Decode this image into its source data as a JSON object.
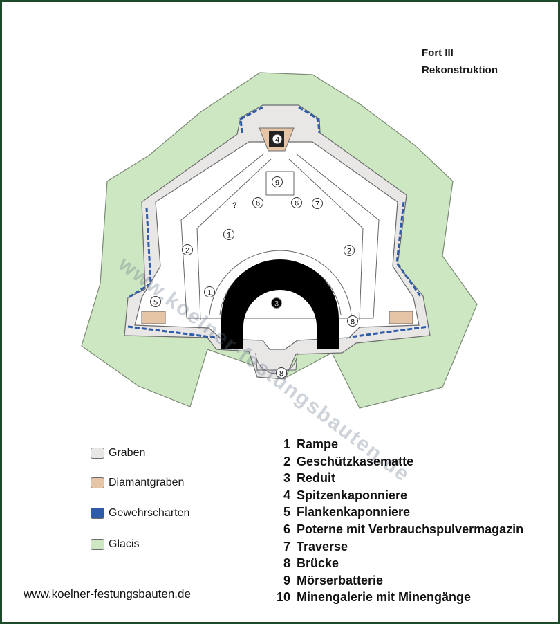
{
  "title": {
    "line1": "Fort III",
    "line2": "Rekonstruktion"
  },
  "colors": {
    "graben": "#e9e6e6",
    "diamantgraben": "#e6c4a6",
    "gewehrscharten": "#2e5ca8",
    "glacis": "#cde7c2",
    "reduit": "#000000",
    "frame": "#1f4a2a"
  },
  "legend": [
    {
      "label": "Graben",
      "color": "#e9e6e6"
    },
    {
      "label": "Diamantgraben",
      "color": "#e6c4a6"
    },
    {
      "label": "Gewehrscharten",
      "color": "#2e5ca8"
    },
    {
      "label": "Glacis",
      "color": "#cde7c2"
    }
  ],
  "key": [
    {
      "num": "1",
      "label": "Rampe"
    },
    {
      "num": "2",
      "label": "Geschützkasematte"
    },
    {
      "num": "3",
      "label": "Reduit"
    },
    {
      "num": "4",
      "label": "Spitzenkaponniere"
    },
    {
      "num": "5",
      "label": "Flankenkaponniere"
    },
    {
      "num": "6",
      "label": "Poterne mit Verbrauchspulvermagazin"
    },
    {
      "num": "7",
      "label": "Traverse"
    },
    {
      "num": "8",
      "label": "Brücke"
    },
    {
      "num": "9",
      "label": "Mörserbatterie"
    },
    {
      "num": "10",
      "label": "Minengalerie mit Minengänge"
    }
  ],
  "markers": {
    "m1a": "1",
    "m1b": "1",
    "m2a": "2",
    "m2b": "2",
    "m3": "3",
    "m4": "4",
    "m5": "5",
    "m6a": "6",
    "m6b": "6",
    "m7": "7",
    "m8a": "8",
    "m8b": "8",
    "m9": "9",
    "question": "?"
  },
  "website": "www.koelner-festungsbauten.de",
  "watermark": "www.koelner-festungsbauten.de"
}
